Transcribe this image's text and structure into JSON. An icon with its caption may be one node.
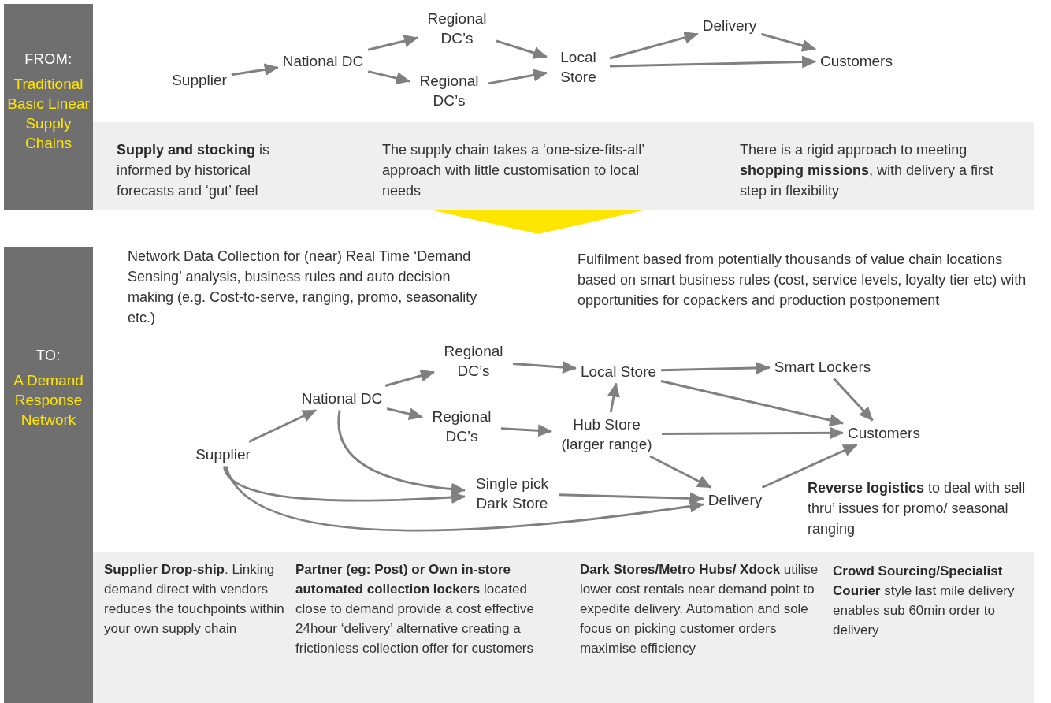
{
  "diagram": {
    "nodes": [
      {
        "text": [
          "FROM:",
          "Traditional Basic Linear Supply Chains"
        ]
      },
      {
        "text": [
          "Supplier"
        ]
      },
      {
        "text": [
          "National DC"
        ]
      },
      {
        "text": [
          "Regional DC’s"
        ]
      },
      {
        "text": [
          "Regional DC’s"
        ]
      },
      {
        "text": [
          "Local Store"
        ]
      },
      {
        "text": [
          "Delivery"
        ]
      },
      {
        "text": [
          "Customers"
        ]
      },
      {
        "text": [
          "**Supply and stocking** is informed by historical forecasts and ‘gut’ feel",
          "The supply chain takes a ‘one-size-fits-all’ approach with little customisation to local needs",
          "There is a rigid approach to meeting **shopping missions**, with delivery a first step in flexibility"
        ]
      },
      {
        "text": [
          "TO:",
          "A Demand Response Network"
        ]
      },
      {
        "text": [
          "Supplier"
        ]
      },
      {
        "text": [
          "National DC"
        ]
      },
      {
        "text": [
          "Regional DC’s"
        ]
      },
      {
        "text": [
          "Regional DC’s"
        ]
      },
      {
        "text": [
          "Local Store"
        ]
      },
      {
        "text": [
          "Smart Lockers"
        ]
      },
      {
        "text": [
          "Hub Store (larger range)"
        ]
      },
      {
        "text": [
          "Customers"
        ]
      },
      {
        "text": [
          "Single pick Dark Store"
        ]
      },
      {
        "text": [
          "Delivery"
        ]
      },
      {
        "text": [
          "**Supplier Drop-ship**. Linking demand direct with vendors reduces the touchpoints within your own supply chain",
          "**Partner (eg: Post) or Own in-store automated collection lockers** located close to demand provide a cost effective 24hour ‘delivery’ alternative creating a frictionless collection offer for customers",
          "**Dark Stores/Metro Hubs/ Xdock** utilise lower cost rentals near demand point to expedite delivery. Automation and sole focus on picking customer orders maximise efficiency",
          "**Crowd Sourcing/Specialist Courier** style last mile delivery enables sub 60min order to delivery"
        ]
      }
    ],
    "edges": [
      {
        "from": 1,
        "to": 2,
        "arrow": "to"
      },
      {
        "from": 2,
        "to": 3,
        "arrow": "to"
      },
      {
        "from": 2,
        "to": 4,
        "arrow": "to"
      },
      {
        "from": 3,
        "to": 5,
        "arrow": "to"
      },
      {
        "from": 4,
        "to": 5,
        "arrow": "to"
      },
      {
        "from": 5,
        "to": 6,
        "arrow": "to"
      },
      {
        "from": 6,
        "to": 7,
        "arrow": "to"
      },
      {
        "from": 5,
        "to": 7,
        "arrow": "to"
      },
      {
        "from": 10,
        "to": 11,
        "arrow": "to"
      },
      {
        "from": 11,
        "to": 12,
        "arrow": "to"
      },
      {
        "from": 11,
        "to": 13,
        "arrow": "to"
      },
      {
        "from": 12,
        "to": 14,
        "arrow": "to"
      },
      {
        "from": 13,
        "to": 16,
        "arrow": "to"
      },
      {
        "from": 16,
        "to": 14,
        "arrow": "to"
      },
      {
        "from": 14,
        "to": 15,
        "arrow": "to"
      },
      {
        "from": 14,
        "to": 17,
        "arrow": "to"
      },
      {
        "from": 15,
        "to": 17,
        "arrow": "to"
      },
      {
        "from": 16,
        "to": 17,
        "arrow": "to"
      },
      {
        "from": 16,
        "to": 19,
        "arrow": "to"
      },
      {
        "from": 18,
        "to": 19,
        "arrow": "to"
      },
      {
        "from": 19,
        "to": 17,
        "arrow": "to"
      },
      {
        "from": 11,
        "to": 18,
        "arrow": "to"
      },
      {
        "from": 10,
        "to": 18,
        "arrow": "to"
      },
      {
        "from": 10,
        "to": 19,
        "arrow": "to"
      }
    ],
    "labels": [
      "Network Data Collection for (near) Real Time ‘Demand Sensing’ analysis, business rules and auto decision making (e.g. Cost-to-serve, ranging, promo, seasonality etc.)",
      "Fulfilment based from potentially thousands of value chain locations based on smart business rules (cost, service levels, loyalty tier etc) with opportunities for copackers and production postponement",
      "**Reverse logistics** to deal with sell thru’ issues for promo/ seasonal ranging"
    ]
  }
}
